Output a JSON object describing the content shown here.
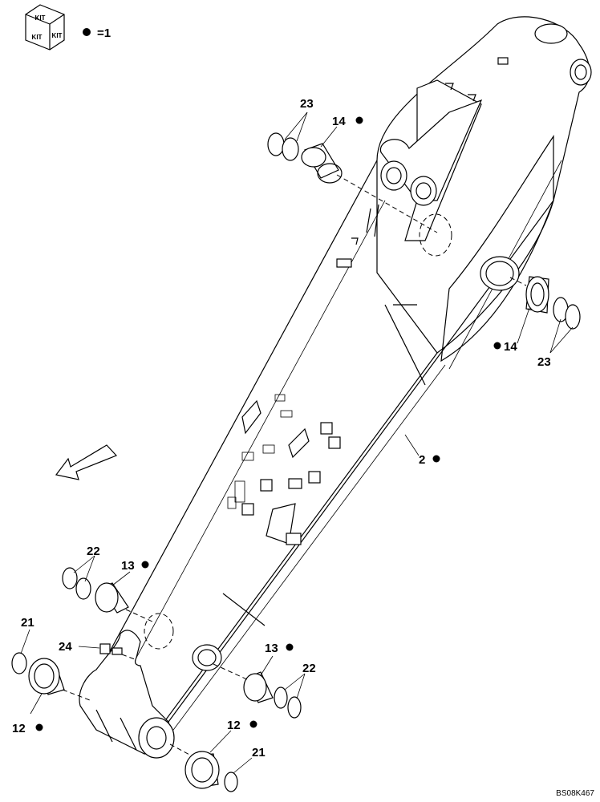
{
  "legend": {
    "kit_label": "KIT",
    "equals_text": "=1"
  },
  "callouts": {
    "c2": "2",
    "c12_left": "12",
    "c12_right": "12",
    "c13_left": "13",
    "c13_right": "13",
    "c14_top": "14",
    "c14_right": "14",
    "c21_left": "21",
    "c21_right": "21",
    "c22_left": "22",
    "c22_right": "22",
    "c23_top": "23",
    "c23_right": "23",
    "c24": "24"
  },
  "reference_code": "BS08K467"
}
